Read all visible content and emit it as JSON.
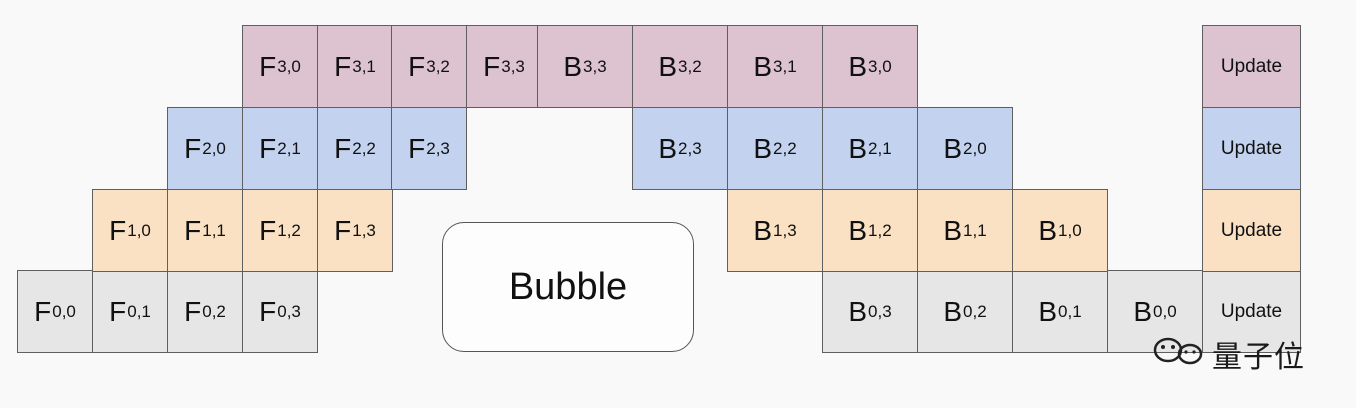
{
  "bubble_label": "Bubble",
  "watermark": {
    "text": "量子位"
  },
  "colors": {
    "row0": "#e6e6e6",
    "row1": "#fbe1c3",
    "row2": "#c2d2ef",
    "row3": "#ddc3cf",
    "border": "#5f5f5f"
  },
  "rows": [
    {
      "device": 0,
      "cells": [
        {
          "letter": "F",
          "sub": "0,0"
        },
        {
          "letter": "F",
          "sub": "0,1"
        },
        {
          "letter": "F",
          "sub": "0,2"
        },
        {
          "letter": "F",
          "sub": "0,3"
        },
        {
          "letter": "B",
          "sub": "0,3"
        },
        {
          "letter": "B",
          "sub": "0,2"
        },
        {
          "letter": "B",
          "sub": "0,1"
        },
        {
          "letter": "B",
          "sub": "0,0"
        },
        {
          "letter": "Update",
          "sub": ""
        }
      ]
    },
    {
      "device": 1,
      "cells": [
        {
          "letter": "F",
          "sub": "1,0"
        },
        {
          "letter": "F",
          "sub": "1,1"
        },
        {
          "letter": "F",
          "sub": "1,2"
        },
        {
          "letter": "F",
          "sub": "1,3"
        },
        {
          "letter": "B",
          "sub": "1,3"
        },
        {
          "letter": "B",
          "sub": "1,2"
        },
        {
          "letter": "B",
          "sub": "1,1"
        },
        {
          "letter": "B",
          "sub": "1,0"
        },
        {
          "letter": "Update",
          "sub": ""
        }
      ]
    },
    {
      "device": 2,
      "cells": [
        {
          "letter": "F",
          "sub": "2,0"
        },
        {
          "letter": "F",
          "sub": "2,1"
        },
        {
          "letter": "F",
          "sub": "2,2"
        },
        {
          "letter": "F",
          "sub": "2,3"
        },
        {
          "letter": "B",
          "sub": "2,3"
        },
        {
          "letter": "B",
          "sub": "2,2"
        },
        {
          "letter": "B",
          "sub": "2,1"
        },
        {
          "letter": "B",
          "sub": "2,0"
        },
        {
          "letter": "Update",
          "sub": ""
        }
      ]
    },
    {
      "device": 3,
      "cells": [
        {
          "letter": "F",
          "sub": "3,0"
        },
        {
          "letter": "F",
          "sub": "3,1"
        },
        {
          "letter": "F",
          "sub": "3,2"
        },
        {
          "letter": "F",
          "sub": "3,3"
        },
        {
          "letter": "B",
          "sub": "3,3"
        },
        {
          "letter": "B",
          "sub": "3,2"
        },
        {
          "letter": "B",
          "sub": "3,1"
        },
        {
          "letter": "B",
          "sub": "3,0"
        },
        {
          "letter": "Update",
          "sub": ""
        }
      ]
    }
  ]
}
